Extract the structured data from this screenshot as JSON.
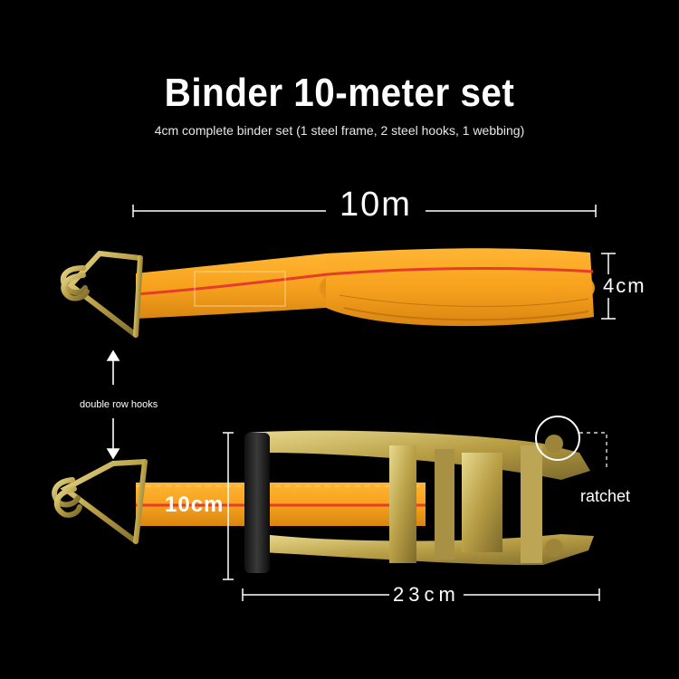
{
  "title": "Binder 10-meter set",
  "subtitle": "4cm complete binder set (1 steel frame, 2 steel hooks, 1 webbing)",
  "labels": {
    "length": "10m",
    "width": "4cm",
    "hooks_note": "double row hooks",
    "ratchet": "ratchet",
    "strap_length": "10cm",
    "ratchet_length": "23cm"
  },
  "colors": {
    "background": "#000000",
    "webbing": "#f7a21d",
    "stripe": "#e53c2c",
    "metal": "#c9b45c",
    "text": "#ffffff"
  }
}
